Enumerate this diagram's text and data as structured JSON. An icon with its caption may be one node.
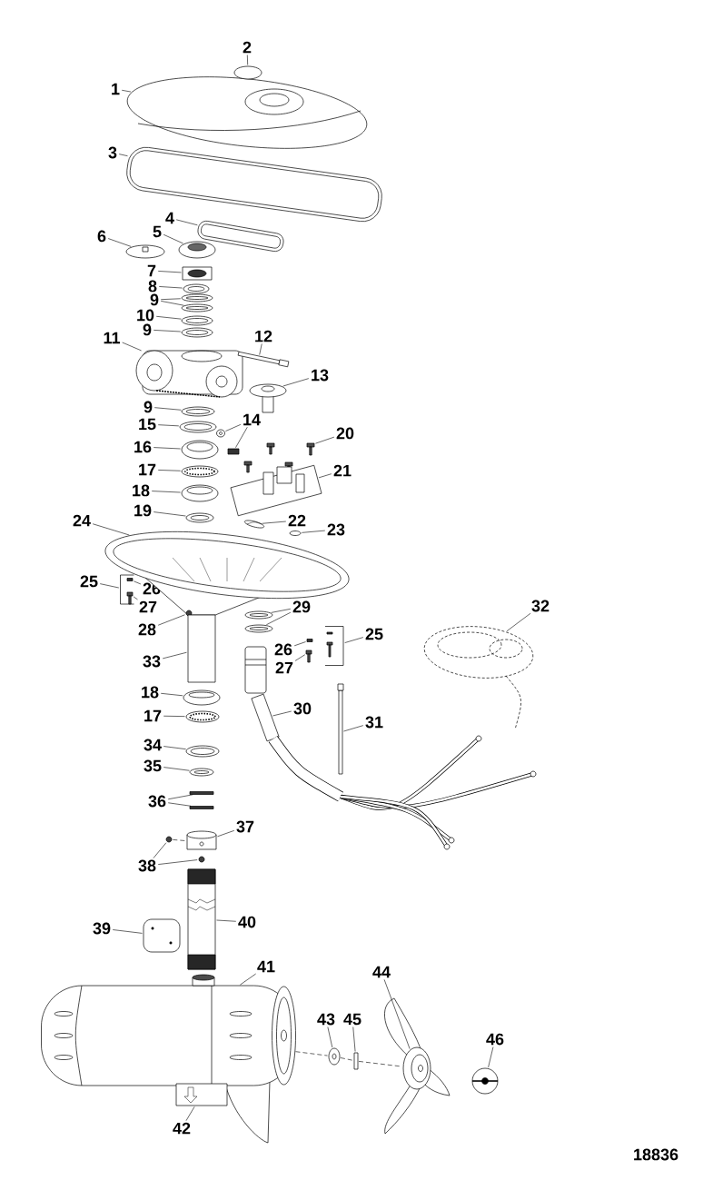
{
  "diagram": {
    "nodes": [
      {
        "text": [
          "1"
        ]
      },
      {
        "text": [
          "2"
        ]
      },
      {
        "text": [
          "3"
        ]
      },
      {
        "text": [
          "4"
        ]
      },
      {
        "text": [
          "5"
        ]
      },
      {
        "text": [
          "6"
        ]
      },
      {
        "text": [
          "7"
        ]
      },
      {
        "text": [
          "8"
        ]
      },
      {
        "text": [
          "9"
        ]
      },
      {
        "text": [
          "10"
        ]
      },
      {
        "text": [
          "9"
        ]
      },
      {
        "text": [
          "11"
        ]
      },
      {
        "text": [
          "12"
        ]
      },
      {
        "text": [
          "13"
        ]
      },
      {
        "text": [
          "9"
        ]
      },
      {
        "text": [
          "15"
        ]
      },
      {
        "text": [
          "14"
        ]
      },
      {
        "text": [
          "16"
        ]
      },
      {
        "text": [
          "17"
        ]
      },
      {
        "text": [
          "18"
        ]
      },
      {
        "text": [
          "19"
        ]
      },
      {
        "text": [
          "20"
        ]
      },
      {
        "text": [
          "21"
        ]
      },
      {
        "text": [
          "22"
        ]
      },
      {
        "text": [
          "23"
        ]
      },
      {
        "text": [
          "24"
        ]
      },
      {
        "text": [
          "25"
        ]
      },
      {
        "text": [
          "26"
        ]
      },
      {
        "text": [
          "27"
        ]
      },
      {
        "text": [
          "28"
        ]
      },
      {
        "text": [
          "29"
        ]
      },
      {
        "text": [
          "25"
        ]
      },
      {
        "text": [
          "26"
        ]
      },
      {
        "text": [
          "27"
        ]
      },
      {
        "text": [
          "30"
        ]
      },
      {
        "text": [
          "31"
        ]
      },
      {
        "text": [
          "32"
        ]
      },
      {
        "text": [
          "33"
        ]
      },
      {
        "text": [
          "18"
        ]
      },
      {
        "text": [
          "17"
        ]
      },
      {
        "text": [
          "34"
        ]
      },
      {
        "text": [
          "35"
        ]
      },
      {
        "text": [
          "36"
        ]
      },
      {
        "text": [
          "37"
        ]
      },
      {
        "text": [
          "38"
        ]
      },
      {
        "text": [
          "39"
        ]
      },
      {
        "text": [
          "40"
        ]
      },
      {
        "text": [
          "41"
        ]
      },
      {
        "text": [
          "42"
        ]
      },
      {
        "text": [
          "43"
        ]
      },
      {
        "text": [
          "44"
        ]
      },
      {
        "text": [
          "45"
        ]
      },
      {
        "text": [
          "46"
        ]
      },
      {
        "text": [],
        "shape": "picture"
      },
      {
        "text": [],
        "shape": "circle"
      },
      {
        "text": [],
        "shape": "picture"
      },
      {
        "text": [],
        "shape": "picture"
      },
      {
        "text": [],
        "shape": "picture"
      },
      {
        "text": [],
        "shape": "picture"
      },
      {
        "text": [],
        "shape": "picture"
      },
      {
        "text": [],
        "shape": "picture"
      },
      {
        "text": [],
        "shape": "picture"
      },
      {
        "text": [],
        "shape": "picture"
      },
      {
        "text": [],
        "shape": "picture"
      },
      {
        "text": [],
        "shape": "picture"
      },
      {
        "text": [],
        "shape": "picture"
      },
      {
        "text": [],
        "shape": "box"
      },
      {
        "text": [],
        "shape": "picture"
      },
      {
        "text": [],
        "shape": "picture"
      },
      {
        "text": [],
        "shape": "picture"
      },
      {
        "text": [],
        "shape": "picture"
      },
      {
        "text": [],
        "shape": "box"
      },
      {
        "text": [],
        "shape": "picture"
      },
      {
        "text": [],
        "shape": "picture"
      },
      {
        "text": [],
        "shape": "picture"
      },
      {
        "text": [],
        "shape": "picture"
      },
      {
        "text": [],
        "shape": "picture"
      },
      {
        "text": [],
        "shape": "picture"
      },
      {
        "text": [],
        "shape": "picture"
      },
      {
        "text": [],
        "shape": "circle"
      },
      {
        "text": [],
        "shape": "picture"
      },
      {
        "text": [],
        "shape": "bracket"
      },
      {
        "text": [],
        "shape": "box",
        "in": 81
      },
      {
        "text": [],
        "shape": "picture",
        "in": 81
      },
      {
        "text": [],
        "shape": "circle"
      },
      {
        "text": [],
        "shape": "picture"
      },
      {
        "text": [],
        "shape": "picture"
      },
      {
        "text": [],
        "shape": "bracket"
      },
      {
        "text": [],
        "shape": "box"
      },
      {
        "text": [],
        "shape": "picture"
      },
      {
        "text": [],
        "shape": "picture"
      },
      {
        "text": [],
        "shape": "box"
      },
      {
        "text": [],
        "shape": "picture"
      },
      {
        "text": [],
        "shape": "box"
      },
      {
        "text": [],
        "shape": "picture"
      },
      {
        "text": [],
        "shape": "picture"
      },
      {
        "text": [],
        "shape": "picture"
      },
      {
        "text": [],
        "shape": "picture"
      },
      {
        "text": [],
        "shape": "box"
      },
      {
        "text": [],
        "shape": "box"
      },
      {
        "text": [],
        "shape": "picture"
      },
      {
        "text": [],
        "shape": "circle"
      },
      {
        "text": [],
        "shape": "circle"
      },
      {
        "text": [],
        "shape": "picture"
      },
      {
        "text": [],
        "shape": "picture"
      },
      {
        "text": [],
        "shape": "picture"
      },
      {
        "text": [],
        "shape": "picture"
      },
      {
        "text": [],
        "shape": "picture"
      },
      {
        "text": [],
        "shape": "box"
      },
      {
        "text": [],
        "shape": "picture"
      },
      {
        "text": [],
        "shape": "picture"
      }
    ],
    "edges": [
      {
        "from": 0,
        "to": 53,
        "arrow": "none"
      },
      {
        "from": 1,
        "to": 54,
        "arrow": "none"
      },
      {
        "from": 2,
        "to": 55,
        "arrow": "none"
      },
      {
        "from": 3,
        "to": 56,
        "arrow": "none"
      },
      {
        "from": 4,
        "to": 57,
        "arrow": "none"
      },
      {
        "from": 5,
        "to": 58,
        "arrow": "none"
      },
      {
        "from": 6,
        "to": 59,
        "arrow": "none"
      },
      {
        "from": 7,
        "to": 60,
        "arrow": "none"
      },
      {
        "from": 8,
        "to": 61,
        "arrow": "none"
      },
      {
        "from": 8,
        "to": 62,
        "arrow": "none"
      },
      {
        "from": 9,
        "to": 63,
        "arrow": "none"
      },
      {
        "from": 10,
        "to": 64,
        "arrow": "none"
      },
      {
        "from": 11,
        "to": 65,
        "arrow": "none"
      },
      {
        "from": 12,
        "to": 66,
        "arrow": "none"
      },
      {
        "from": 13,
        "to": 67,
        "arrow": "none"
      },
      {
        "from": 14,
        "to": 68,
        "arrow": "none"
      },
      {
        "from": 15,
        "to": 69,
        "arrow": "none"
      },
      {
        "from": 16,
        "to": 70,
        "arrow": "none"
      },
      {
        "from": 16,
        "to": 71,
        "arrow": "none"
      },
      {
        "from": 17,
        "to": 72,
        "arrow": "none"
      },
      {
        "from": 18,
        "to": 73,
        "arrow": "none"
      },
      {
        "from": 19,
        "to": 74,
        "arrow": "none"
      },
      {
        "from": 20,
        "to": 75,
        "arrow": "none"
      },
      {
        "from": 21,
        "to": 76,
        "arrow": "none"
      },
      {
        "from": 22,
        "to": 77,
        "arrow": "none"
      },
      {
        "from": 23,
        "to": 78,
        "arrow": "none"
      },
      {
        "from": 24,
        "to": 79,
        "arrow": "none"
      },
      {
        "from": 25,
        "to": 80,
        "arrow": "none"
      },
      {
        "from": 26,
        "to": 81,
        "arrow": "none"
      },
      {
        "from": 27,
        "to": 82,
        "arrow": "none"
      },
      {
        "from": 28,
        "to": 83,
        "arrow": "none"
      },
      {
        "from": 29,
        "to": 84,
        "arrow": "none"
      },
      {
        "from": 30,
        "to": 85,
        "arrow": "none"
      },
      {
        "from": 30,
        "to": 86,
        "arrow": "none"
      },
      {
        "from": 31,
        "to": 87,
        "arrow": "none"
      },
      {
        "from": 32,
        "to": 88,
        "arrow": "none"
      },
      {
        "from": 33,
        "to": 89,
        "arrow": "none"
      },
      {
        "from": 34,
        "to": 90,
        "arrow": "none"
      },
      {
        "from": 35,
        "to": 91,
        "arrow": "none"
      },
      {
        "from": 36,
        "to": 92,
        "arrow": "none"
      },
      {
        "from": 37,
        "to": 93,
        "arrow": "none"
      },
      {
        "from": 38,
        "to": 94,
        "arrow": "none"
      },
      {
        "from": 39,
        "to": 95,
        "arrow": "none"
      },
      {
        "from": 40,
        "to": 96,
        "arrow": "none"
      },
      {
        "from": 41,
        "to": 97,
        "arrow": "none"
      },
      {
        "from": 42,
        "to": 98,
        "arrow": "none"
      },
      {
        "from": 42,
        "to": 99,
        "arrow": "none"
      },
      {
        "from": 43,
        "to": 100,
        "arrow": "none"
      },
      {
        "from": 44,
        "to": 101,
        "arrow": "none"
      },
      {
        "from": 44,
        "to": 102,
        "arrow": "none"
      },
      {
        "from": 45,
        "to": 103,
        "arrow": "none"
      },
      {
        "from": 46,
        "to": 104,
        "arrow": "none"
      },
      {
        "from": 47,
        "to": 105,
        "arrow": "none"
      },
      {
        "from": 48,
        "to": 106,
        "arrow": "none"
      },
      {
        "from": 49,
        "to": 107,
        "arrow": "none"
      },
      {
        "from": 50,
        "to": 109,
        "arrow": "none"
      },
      {
        "from": 51,
        "to": 108,
        "arrow": "none"
      },
      {
        "from": 52,
        "to": 110,
        "arrow": "none"
      },
      {
        "from": 101,
        "to": 100,
        "arrow": "none",
        "style": "dashed"
      },
      {
        "from": 105,
        "to": 107,
        "arrow": "none",
        "style": "dashed"
      },
      {
        "from": 107,
        "to": 108,
        "arrow": "none",
        "style": "dashed"
      },
      {
        "from": 108,
        "to": 109,
        "arrow": "none",
        "style": "dashed"
      }
    ],
    "labels": [
      "18836"
    ]
  }
}
